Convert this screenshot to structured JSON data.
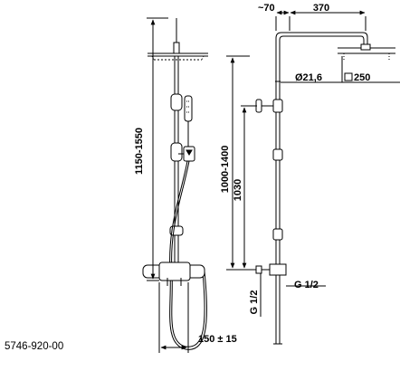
{
  "product_code": "5746-920-00",
  "dimensions": {
    "height_range": "1150-1550",
    "rail_range": "1000-1400",
    "outlet_height": "1030",
    "spacing": "150 ± 15",
    "offset": "~70",
    "arm_length": "370",
    "pipe_diameter": "Ø21,6",
    "head_size": "250",
    "thread_side": "G 1/2",
    "thread_bottom": "G 1/2"
  }
}
